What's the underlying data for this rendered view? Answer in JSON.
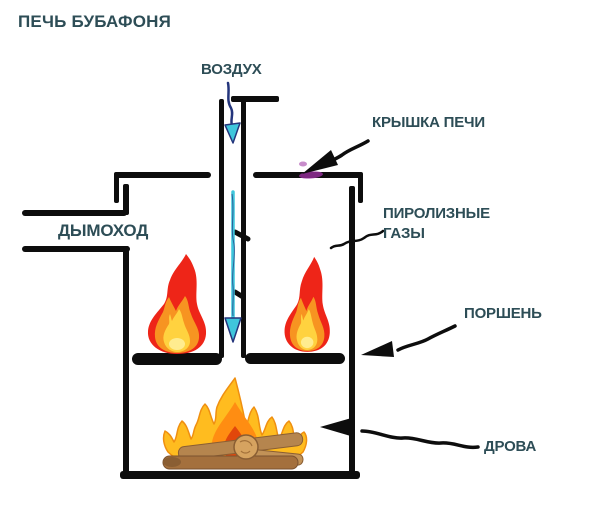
{
  "title": "ПЕЧЬ БУБАФОНЯ",
  "labels": {
    "air": "ВОЗДУХ",
    "lid": "КРЫШКА ПЕЧИ",
    "chimney": "ДЫМОХОД",
    "gases_line1": "ПИРОЛИЗНЫЕ",
    "gases_line2": "ГАЗЫ",
    "piston": "ПОРШЕНЬ",
    "wood": "ДРОВА"
  },
  "colors": {
    "text": "#2d4d56",
    "line": "#0d0d0d",
    "air_flow": "#3fc6dc",
    "air_flow_outline": "#24357c",
    "highlight_smudge": "#9b2fa0",
    "flame_red": "#ee2518",
    "flame_orange": "#f79421",
    "flame_yellow": "#ffd23f",
    "bonfire_gold": "#ffbc1f",
    "log_brown": "#ab7a45"
  }
}
